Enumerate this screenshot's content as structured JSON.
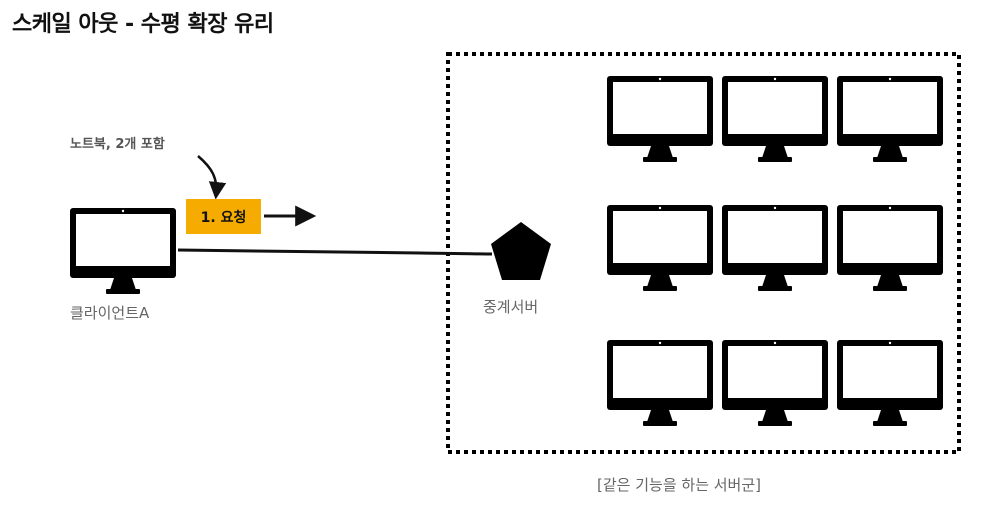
{
  "title": "스케일 아웃 - 수평 확장 유리",
  "note": "노트북, 2개 포함",
  "request_label": "1. 요청",
  "client_label": "클라이언트A",
  "relay_label": "중계서버",
  "server_group_label": "[같은 기능을 하는 서버군]",
  "colors": {
    "badge": "#f6ab00",
    "ink": "#000000",
    "text": "#666666"
  },
  "icons": {
    "client": "monitor-icon",
    "relay": "pentagon-icon",
    "server": "monitor-icon"
  }
}
